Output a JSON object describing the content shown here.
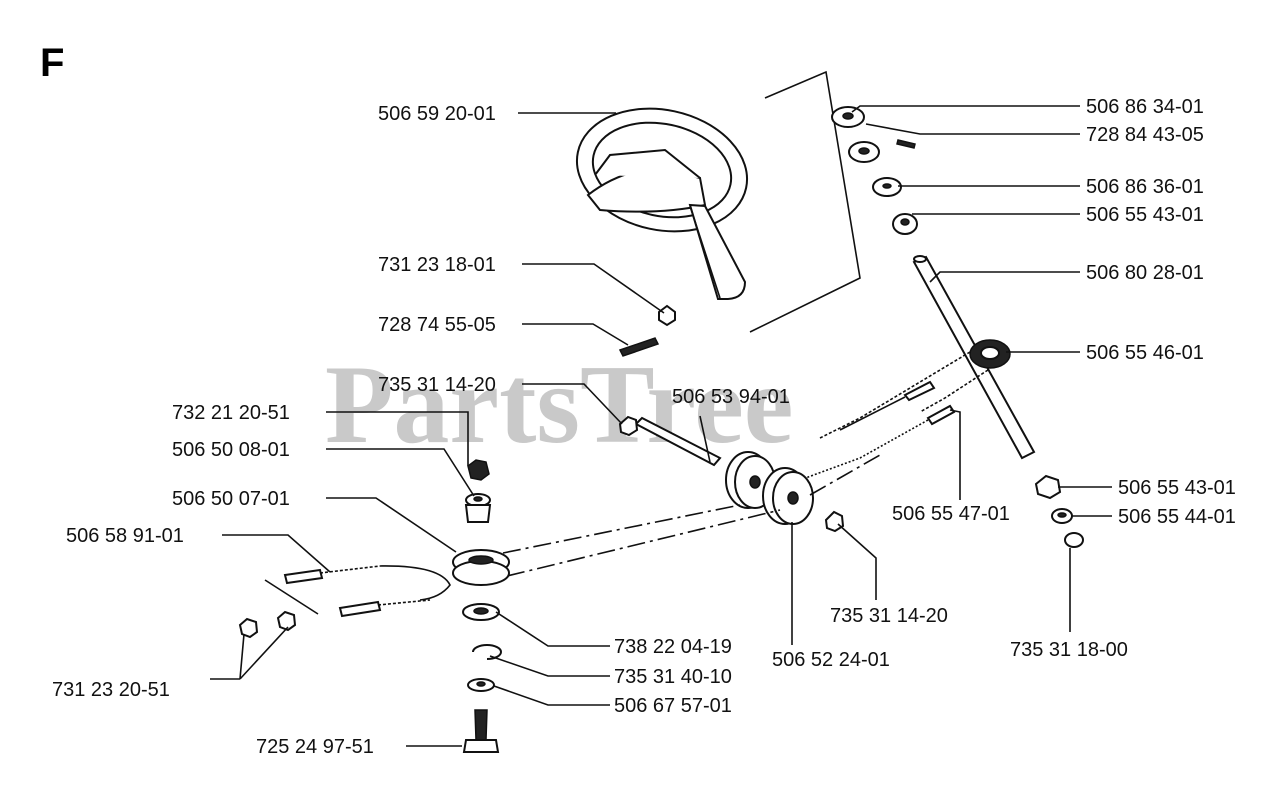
{
  "section_letter": "F",
  "watermark": "PartsTree",
  "parts": [
    {
      "id": "p1",
      "number": "506 59 20-01"
    },
    {
      "id": "p2",
      "number": "731 23 18-01"
    },
    {
      "id": "p3",
      "number": "728 74 55-05"
    },
    {
      "id": "p4",
      "number": "735 31 14-20"
    },
    {
      "id": "p5",
      "number": "506 53 94-01"
    },
    {
      "id": "p6",
      "number": "732 21 20-51"
    },
    {
      "id": "p7",
      "number": "506 50 08-01"
    },
    {
      "id": "p8",
      "number": "506 50 07-01"
    },
    {
      "id": "p9",
      "number": "506 58 91-01"
    },
    {
      "id": "p10",
      "number": "731 23 20-51"
    },
    {
      "id": "p11",
      "number": "725 24 97-51"
    },
    {
      "id": "p12",
      "number": "738 22 04-19"
    },
    {
      "id": "p13",
      "number": "735 31 40-10"
    },
    {
      "id": "p14",
      "number": "506 67 57-01"
    },
    {
      "id": "p15",
      "number": "506 52 24-01"
    },
    {
      "id": "p16",
      "number": "735 31 14-20"
    },
    {
      "id": "p17",
      "number": "506 55 47-01"
    },
    {
      "id": "p18",
      "number": "735 31 18-00"
    },
    {
      "id": "p19",
      "number": "506 86 34-01"
    },
    {
      "id": "p20",
      "number": "728 84 43-05"
    },
    {
      "id": "p21",
      "number": "506 86 36-01"
    },
    {
      "id": "p22",
      "number": "506 55 43-01"
    },
    {
      "id": "p23",
      "number": "506 80 28-01"
    },
    {
      "id": "p24",
      "number": "506 55 46-01"
    },
    {
      "id": "p25",
      "number": "506 55 43-01"
    },
    {
      "id": "p26",
      "number": "506 55 44-01"
    }
  ]
}
